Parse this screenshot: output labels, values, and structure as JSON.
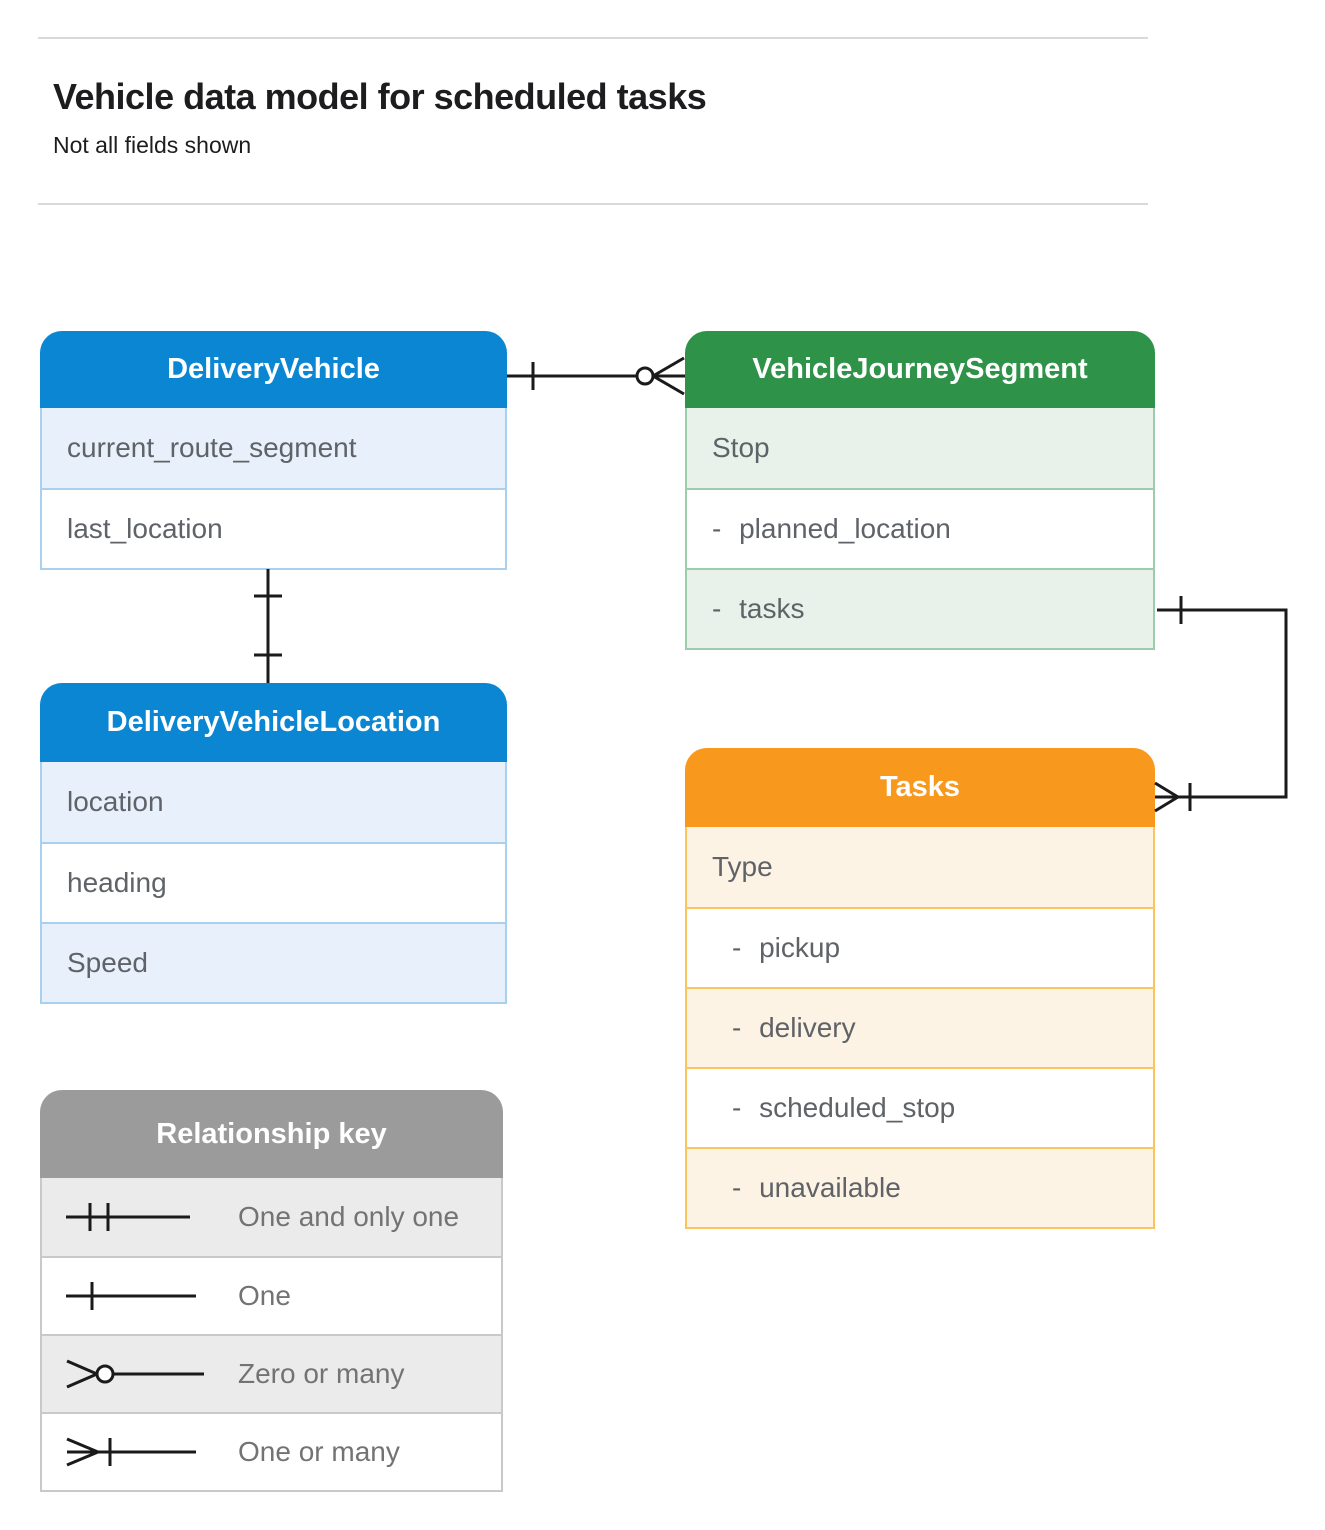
{
  "page": {
    "title": "Vehicle data model for scheduled tasks",
    "subtitle": "Not all fields shown"
  },
  "palette": {
    "blue_header": "#0b86d2",
    "blue_row_tint": "#e8f1fb",
    "green_header": "#2e9248",
    "green_row_tint": "#e8f2ea",
    "orange_header": "#f8981d",
    "orange_row_tint": "#fdf3e4",
    "gray_header": "#9b9b9b",
    "gray_row_tint": "#ebebeb",
    "row_text": "#5f6368",
    "connector": "#1a1a1a"
  },
  "entities": {
    "delivery_vehicle": {
      "title": "DeliveryVehicle",
      "fields": [
        "current_route_segment",
        "last_location"
      ]
    },
    "vehicle_journey_segment": {
      "title": "VehicleJourneySegment",
      "fields": [
        "Stop",
        "- planned_location",
        "- tasks"
      ]
    },
    "delivery_vehicle_location": {
      "title": "DeliveryVehicleLocation",
      "fields": [
        "location",
        "heading",
        "Speed"
      ]
    },
    "tasks": {
      "title": "Tasks",
      "fields": [
        "Type",
        "- pickup",
        "- delivery",
        "- scheduled_stop",
        "- unavailable"
      ]
    }
  },
  "relationships": [
    {
      "from": "DeliveryVehicle",
      "to": "VehicleJourneySegment",
      "from_cardinality": "one",
      "to_cardinality": "zero or many"
    },
    {
      "from": "DeliveryVehicle",
      "to": "DeliveryVehicleLocation",
      "from_cardinality": "one",
      "to_cardinality": "one"
    },
    {
      "from": "VehicleJourneySegment.tasks",
      "to": "Tasks",
      "from_cardinality": "one",
      "to_cardinality": "one or many"
    }
  ],
  "key": {
    "title": "Relationship key",
    "items": [
      {
        "symbol": "one-and-only-one",
        "label": "One and only one"
      },
      {
        "symbol": "one",
        "label": "One"
      },
      {
        "symbol": "zero-or-many",
        "label": "Zero or many"
      },
      {
        "symbol": "one-or-many",
        "label": "One or many"
      }
    ]
  }
}
